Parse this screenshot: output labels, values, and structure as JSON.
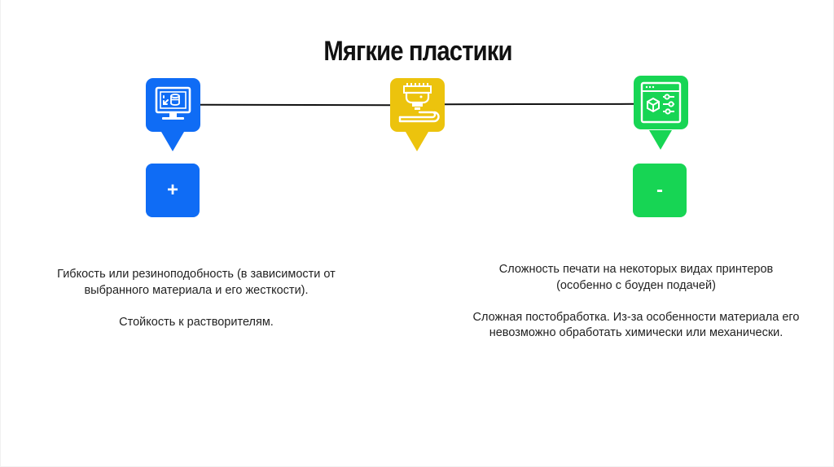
{
  "slide": {
    "title": "Мягкие пластики",
    "colors": {
      "blue": "#0f6cf5",
      "yellow": "#ecc30d",
      "green": "#17d554",
      "line": "#111111",
      "text": "#222222"
    },
    "icons": [
      {
        "name": "monitor-analytics-icon",
        "color": "#0f6cf5"
      },
      {
        "name": "3d-printer-nozzle-icon",
        "color": "#ecc30d"
      },
      {
        "name": "3d-software-settings-icon",
        "color": "#17d554"
      }
    ],
    "pros": {
      "sign": "+",
      "paragraphs": [
        "Гибкость или резиноподобность (в зависимости от выбранного материала и его жесткости).",
        "Стойкость к растворителям."
      ]
    },
    "cons": {
      "sign": "-",
      "paragraphs": [
        "Сложность печати на некоторых видах принтеров (особенно с боуден подачей)",
        "Сложная постобработка. Из-за особенности материала его невозможно обработать химически или механически."
      ]
    }
  }
}
